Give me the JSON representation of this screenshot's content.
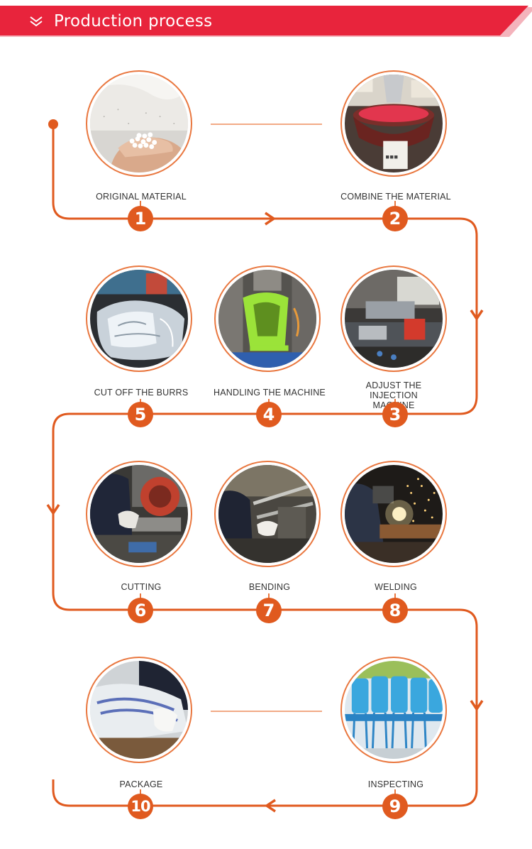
{
  "header": {
    "title": "Production process",
    "icon": "double-chevron-down-icon",
    "color": "#e8243c"
  },
  "colors": {
    "path": "#e05a1f",
    "ring": "#e9773f",
    "badge": "#e05a1f"
  },
  "steps": [
    {
      "number": "1",
      "label": "ORIGINAL MATERIAL",
      "photo": "plastic-pellets"
    },
    {
      "number": "2",
      "label": "COMBINE THE MATERIAL",
      "photo": "mixing-machine"
    },
    {
      "number": "3",
      "label": "ADJUST THE INJECTION MACHINE",
      "photo": "injection-machine"
    },
    {
      "number": "4",
      "label": "HANDLING THE MACHINE",
      "photo": "green-mould"
    },
    {
      "number": "5",
      "label": "CUT OFF THE BURRS",
      "photo": "plastic-parts"
    },
    {
      "number": "6",
      "label": "CUTTING",
      "photo": "cutting-saw"
    },
    {
      "number": "7",
      "label": "BENDING",
      "photo": "pipe-bending"
    },
    {
      "number": "8",
      "label": "WELDING",
      "photo": "welding-sparks"
    },
    {
      "number": "9",
      "label": "INSPECTING",
      "photo": "blue-chairs"
    },
    {
      "number": "10",
      "label": "PACKAGE",
      "photo": "packing-plastic"
    }
  ]
}
